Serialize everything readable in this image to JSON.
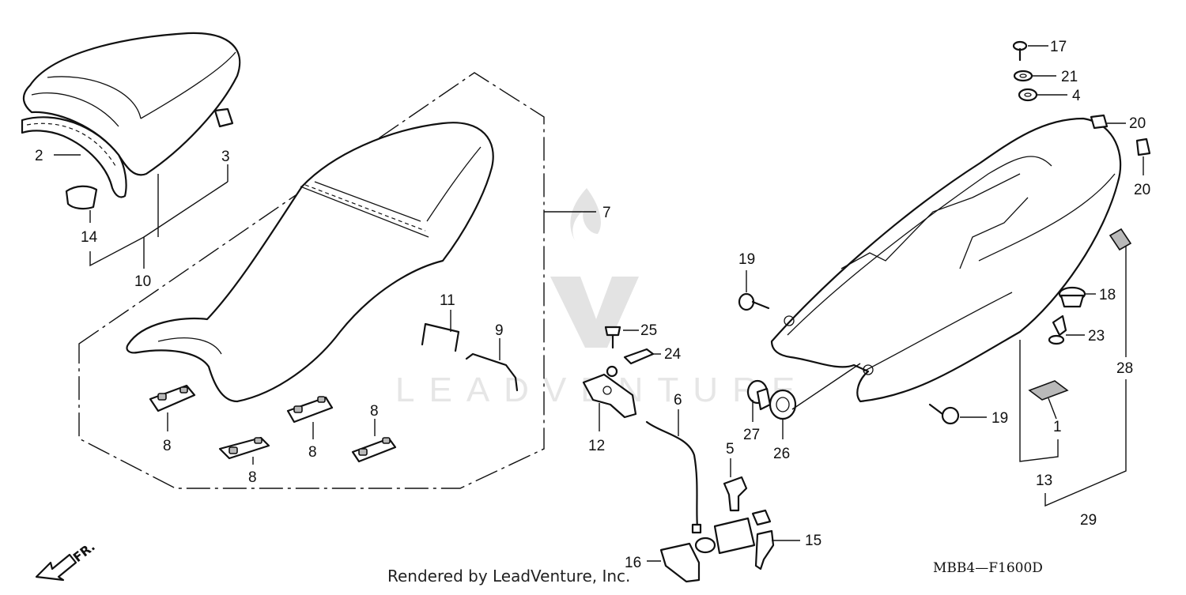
{
  "callouts": {
    "c1": "1",
    "c2": "2",
    "c3": "3",
    "c4": "4",
    "c5": "5",
    "c6": "6",
    "c7": "7",
    "c8a": "8",
    "c8b": "8",
    "c8c": "8",
    "c8d": "8",
    "c9": "9",
    "c10": "10",
    "c11": "11",
    "c12": "12",
    "c13": "13",
    "c14": "14",
    "c15": "15",
    "c16": "16",
    "c17": "17",
    "c18": "18",
    "c19a": "19",
    "c19b": "19",
    "c20a": "20",
    "c20b": "20",
    "c21": "21",
    "c23": "23",
    "c24": "24",
    "c25": "25",
    "c26": "26",
    "c27": "27",
    "c28": "28",
    "c29": "29"
  },
  "direction_label": "FR.",
  "diagram_code": "MBB4—F1600D",
  "footer_credit": "Rendered by LeadVenture, Inc.",
  "watermark_text": "LEADVENTURE"
}
